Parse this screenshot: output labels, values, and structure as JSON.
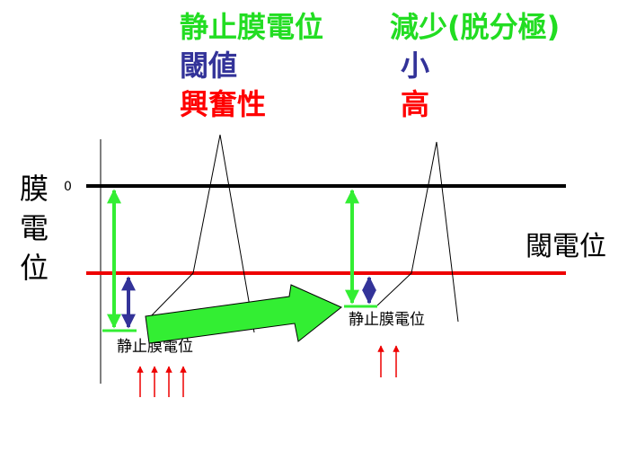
{
  "header": {
    "resting_potential": "静止膜電位",
    "decrease": "減少(脱分極)",
    "threshold": "閾値",
    "threshold_change": "小",
    "excitability": "興奮性",
    "excitability_change": "高"
  },
  "axis": {
    "ylabel_chars": [
      "膜",
      "電",
      "位"
    ],
    "zero_label": "0"
  },
  "labels": {
    "threshold_potential": "閾電位",
    "resting_left": "静止膜電位",
    "resting_right": "静止膜電位"
  },
  "colors": {
    "green_text": "#22dd22",
    "blue_text": "#333399",
    "red_text": "#ff0000",
    "black_line": "#000000",
    "red_line": "#ee0000",
    "green_arrow": "#33ee33",
    "blue_arrow": "#333399",
    "stimulus_arrow": "#ee0000"
  }
}
